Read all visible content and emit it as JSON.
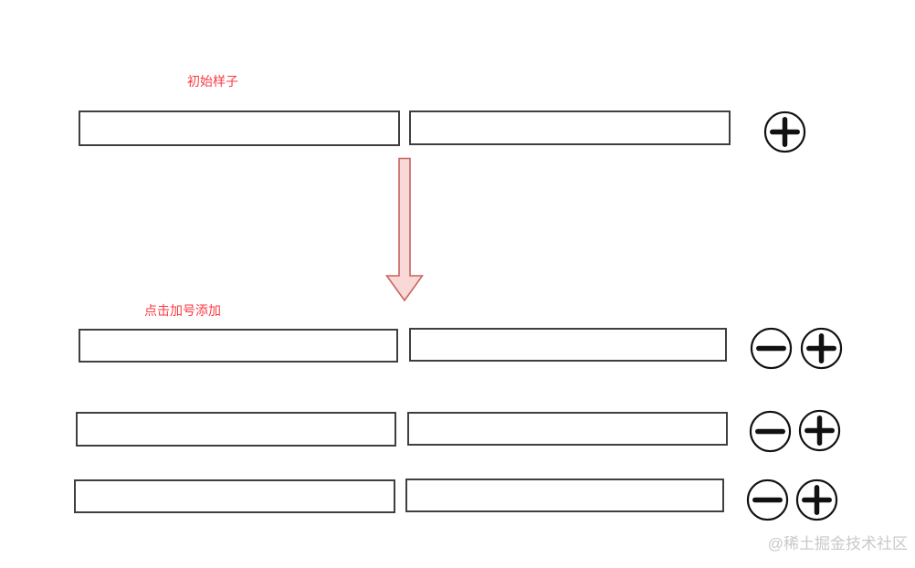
{
  "annotations": {
    "initial_label": "初始样子",
    "expanded_label": "点击加号添加"
  },
  "watermark": "@稀土掘金技术社区",
  "colors": {
    "annotation_red": "#fb3a42",
    "box_border": "#3f3f3f",
    "icon_black": "#111111",
    "arrow_fill": "#f8d9d7",
    "arrow_stroke": "#c9635e",
    "watermark_gray": "#c9c9c9"
  },
  "icons": {
    "add": "plus-circle-icon",
    "remove": "minus-circle-icon",
    "transition": "down-arrow"
  },
  "initial_row": {
    "fields": [
      {
        "value": "",
        "placeholder": ""
      },
      {
        "value": "",
        "placeholder": ""
      }
    ],
    "buttons": [
      "add"
    ]
  },
  "expanded_rows": [
    {
      "fields": [
        {
          "value": ""
        },
        {
          "value": ""
        }
      ],
      "buttons": [
        "remove",
        "add"
      ]
    },
    {
      "fields": [
        {
          "value": ""
        },
        {
          "value": ""
        }
      ],
      "buttons": [
        "remove",
        "add"
      ]
    },
    {
      "fields": [
        {
          "value": ""
        },
        {
          "value": ""
        }
      ],
      "buttons": [
        "remove",
        "add"
      ]
    }
  ]
}
